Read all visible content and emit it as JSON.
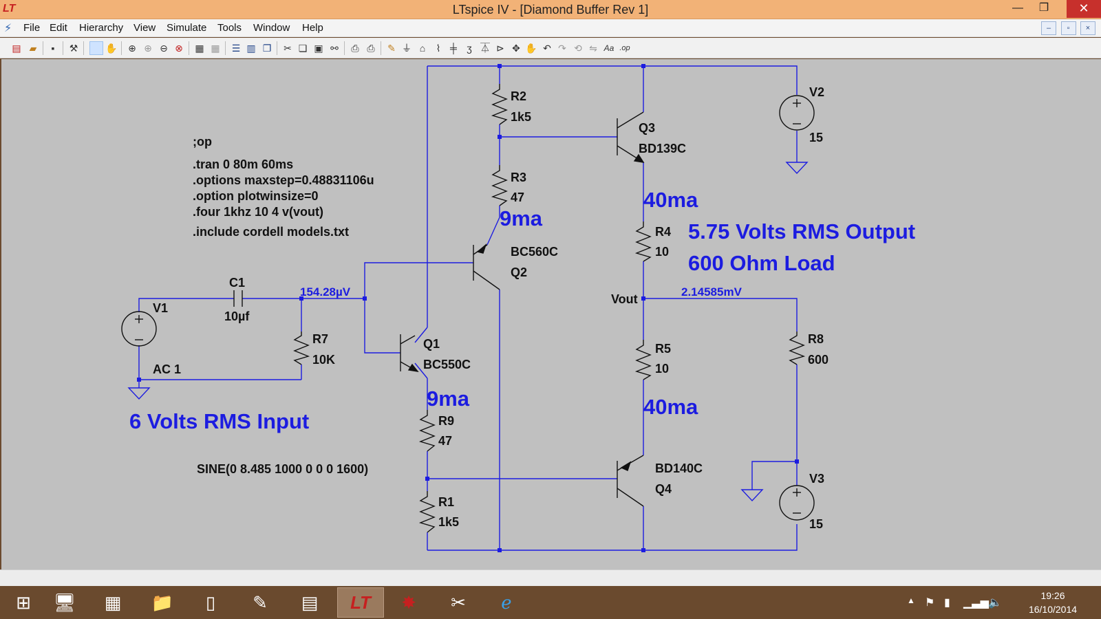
{
  "window": {
    "title": "LTspice IV - [Diamond Buffer Rev 1]",
    "app_icon": "LT",
    "controls": {
      "minimize": "—",
      "restore": "❐",
      "close": "✕"
    }
  },
  "menu": {
    "items": [
      "File",
      "Edit",
      "Hierarchy",
      "View",
      "Simulate",
      "Tools",
      "Window",
      "Help"
    ],
    "mdi_controls": {
      "minimize": "–",
      "restore": "▫",
      "close": "×"
    }
  },
  "toolbar": {
    "icons": [
      "new-schematic-icon",
      "open-icon",
      "save-icon",
      "control-panel-icon",
      "pointer-icon",
      "pan-icon",
      "zoom-in-icon",
      "zoom-out-icon",
      "zoom-fit-icon",
      "zoom-cancel-icon",
      "plot-icon",
      "autoscale-icon",
      "tile-horizontal-icon",
      "tile-vertical-icon",
      "cascade-icon",
      "cut-icon",
      "copy-icon",
      "paste-icon",
      "find-icon",
      "print-setup-icon",
      "print-icon",
      "wire-icon",
      "ground-icon",
      "label-net-icon",
      "resistor-icon",
      "capacitor-icon",
      "inductor-icon",
      "diode-icon",
      "component-icon",
      "move-icon",
      "drag-icon",
      "undo-icon",
      "redo-icon",
      "rotate-icon",
      "mirror-icon",
      "text-icon",
      "spice-directive-icon"
    ]
  },
  "schematic": {
    "directives": [
      ";op",
      ".tran 0 80m 60ms",
      ".options maxstep=0.48831106u",
      ".option plotwinsize=0",
      ".four 1khz 10 4 v(vout)",
      ".include cordell models.txt"
    ],
    "source_spec": "SINE(0 8.485 1000 0 0 0 1600)",
    "components": {
      "R1": {
        "ref": "R1",
        "value": "1k5"
      },
      "R2": {
        "ref": "R2",
        "value": "1k5"
      },
      "R3": {
        "ref": "R3",
        "value": "47"
      },
      "R4": {
        "ref": "R4",
        "value": "10"
      },
      "R5": {
        "ref": "R5",
        "value": "10"
      },
      "R7": {
        "ref": "R7",
        "value": "10K"
      },
      "R8": {
        "ref": "R8",
        "value": "600"
      },
      "R9": {
        "ref": "R9",
        "value": "47"
      },
      "C1": {
        "ref": "C1",
        "value": "10µf"
      },
      "V1": {
        "ref": "V1",
        "value": "AC 1"
      },
      "V2": {
        "ref": "V2",
        "value": "15"
      },
      "V3": {
        "ref": "V3",
        "value": "15"
      },
      "Q1": {
        "ref": "Q1",
        "model": "BC550C"
      },
      "Q2": {
        "ref": "Q2",
        "model": "BC560C"
      },
      "Q3": {
        "ref": "Q3",
        "model": "BD139C"
      },
      "Q4": {
        "ref": "Q4",
        "model": "BD140C"
      }
    },
    "net_labels": {
      "vout": "Vout"
    },
    "op_values": {
      "input_node": "154.28µV",
      "output_node": "2.14585mV"
    },
    "annotations": {
      "q3_current": "40ma",
      "q4_current": "40ma",
      "q2_current": "9ma",
      "q1_current": "9ma",
      "output_desc": "5.75 Volts RMS Output",
      "load_desc": "600 Ohm Load",
      "input_desc": "6 Volts RMS Input"
    },
    "colors": {
      "wire": "#1c1ce0",
      "background": "#c0c0c0",
      "annotation": "#1c1ce0"
    }
  },
  "taskbar": {
    "clock_time": "19:26",
    "clock_date": "16/10/2014",
    "apps": [
      "windows-start-icon",
      "remote-desktop-icon",
      "firewall-icon",
      "file-explorer-icon",
      "notepad-icon",
      "pen-icon",
      "calculator-icon",
      "ltspice-icon",
      "paint-splash-icon",
      "snipping-icon",
      "internet-explorer-icon"
    ]
  }
}
